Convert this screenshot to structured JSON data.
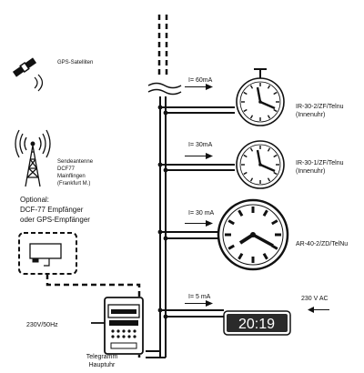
{
  "labels": {
    "gps_satellite": "GPS-Satelliten",
    "transmitter": [
      "Sendeantenne",
      "DCF77",
      "Mainflingen",
      "(Frankfurt M.)"
    ],
    "optional": [
      "Optional:",
      "DCF-77 Empfänger",
      "oder GPS-Empfänger"
    ],
    "voltage_in": "230V/50Hz",
    "master_clock": [
      "Telegramm",
      "Hauptuhr"
    ],
    "ac_out": "230 V AC"
  },
  "branches": [
    {
      "current": "I= 60mA",
      "device": [
        "IR-30-2/ZF/Telnu",
        "(Innenuhr)"
      ]
    },
    {
      "current": "I= 30mA",
      "device": [
        "IR-30-1/ZF/Telnu",
        "(Innenuhr)"
      ]
    },
    {
      "current": "I= 30 mA",
      "device": [
        "AR-40-2/ZD/TelNu"
      ]
    },
    {
      "current": "I= 5 mA",
      "device": []
    }
  ],
  "digital_display": "20:19",
  "colors": {
    "ink": "#111111",
    "display_bg": "#2a2a2a",
    "display_text": "#ffffff"
  },
  "icons": [
    "satellite-icon",
    "radio-tower-icon",
    "receiver-icon",
    "master-clock-icon",
    "wall-clock-icon",
    "digital-clock-icon"
  ]
}
